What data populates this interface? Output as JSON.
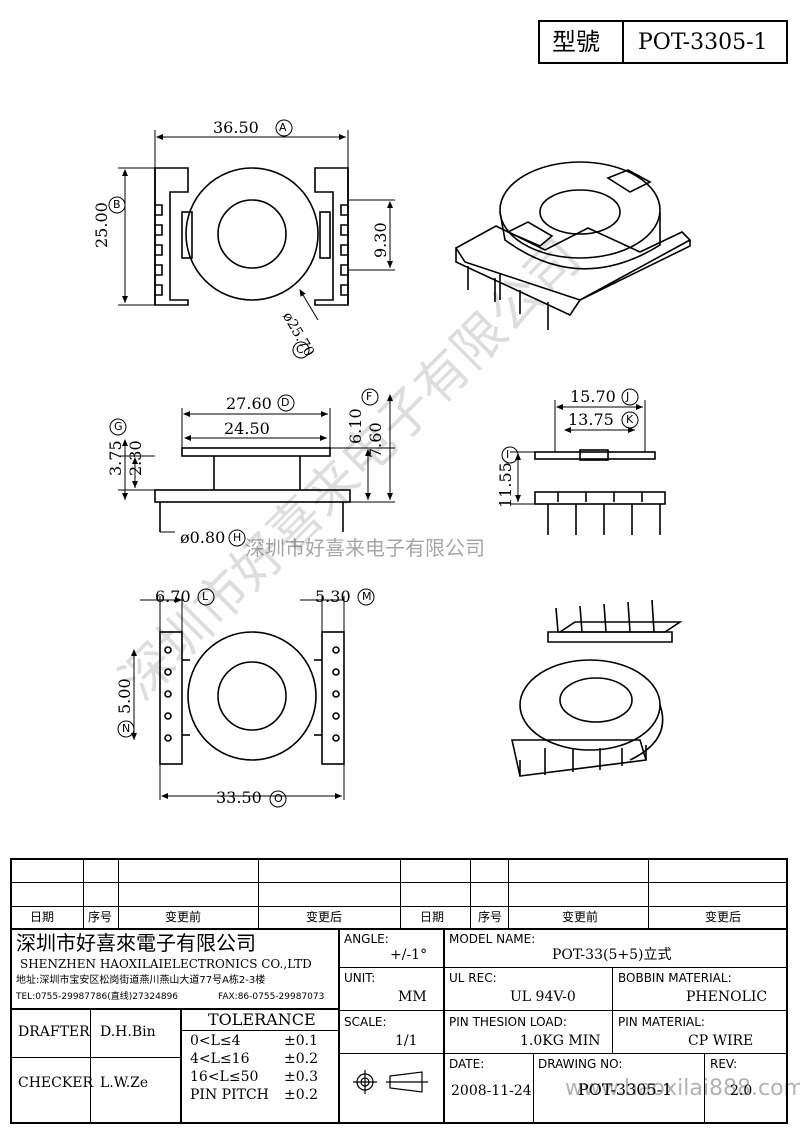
{
  "title": {
    "model_label": "型號",
    "model_value": "POT-3305-1"
  },
  "watermark": {
    "diagonal": "深圳市好喜来电子有限公司",
    "horizontal": "深圳市好喜来电子有限公司",
    "url": "www.haoxilai888.com"
  },
  "dims": {
    "a": "36.50",
    "a_ref": "A",
    "b": "25.00",
    "b_ref": "B",
    "c": "ø25.70",
    "c_ref": "C",
    "d": "27.60",
    "d_ref": "D",
    "e": "24.50",
    "f": "7.60",
    "f_ref": "F",
    "g": "3.75",
    "g_ref": "G",
    "h": "ø0.80",
    "h_ref": "H",
    "i": "11.55",
    "i_ref": "I",
    "j": "15.70",
    "j_ref": "J",
    "k": "13.75",
    "k_ref": "K",
    "l": "6.70",
    "l_ref": "L",
    "m": "5.30",
    "m_ref": "M",
    "n": "5.00",
    "n_ref": "N",
    "o": "33.50",
    "o_ref": "O",
    "dim_930": "9.30",
    "dim_610": "6.10",
    "dim_230": "2.30"
  },
  "revision_table": {
    "headers": [
      "日期",
      "序号",
      "变更前",
      "变更后",
      "日期",
      "序号",
      "变更前",
      "变更后"
    ]
  },
  "company": {
    "name_cn": "深圳市好喜來電子有限公司",
    "name_en": "SHENZHEN HAOXILAIELECTRONICS CO.,LTD",
    "address": "地址:深圳市宝安区松岗街道燕川燕山大道77号A栋2-3楼",
    "tel": "TEL:0755-29987786(直线)27324896",
    "fax": "FAX:86-0755-29987073"
  },
  "fields": {
    "angle_label": "ANGLE:",
    "angle_value": "+/-1°",
    "model_name_label": "MODEL NAME:",
    "model_name_value": "POT-33(5+5)立式",
    "unit_label": "UNIT:",
    "unit_value": "MM",
    "ul_label": "UL REC:",
    "ul_value": "UL 94V-0",
    "bobbin_label": "BOBBIN MATERIAL:",
    "bobbin_value": "PHENOLIC",
    "scale_label": "SCALE:",
    "scale_value": "1/1",
    "pin_load_label": "PIN THESION LOAD:",
    "pin_load_value": "1.0KG MIN",
    "pin_material_label": "PIN MATERIAL:",
    "pin_material_value": "CP  WIRE",
    "date_label": "DATE:",
    "date_value": "2008-11-24",
    "drawing_label": "DRAWING NO:",
    "drawing_value": "POT-3305-1",
    "rev_label": "REV:",
    "rev_value": "2.0"
  },
  "signoff": {
    "drafter_label": "DRAFTER",
    "drafter_value": "D.H.Bin",
    "checker_label": "CHECKER",
    "checker_value": "L.W.Ze"
  },
  "tolerance": {
    "title": "TOLERANCE",
    "rows": [
      {
        "range": "0<L≤4",
        "tol": "±0.1"
      },
      {
        "range": "4<L≤16",
        "tol": "±0.2"
      },
      {
        "range": "16<L≤50",
        "tol": "±0.3"
      },
      {
        "range": "PIN PITCH",
        "tol": "±0.2"
      }
    ]
  }
}
